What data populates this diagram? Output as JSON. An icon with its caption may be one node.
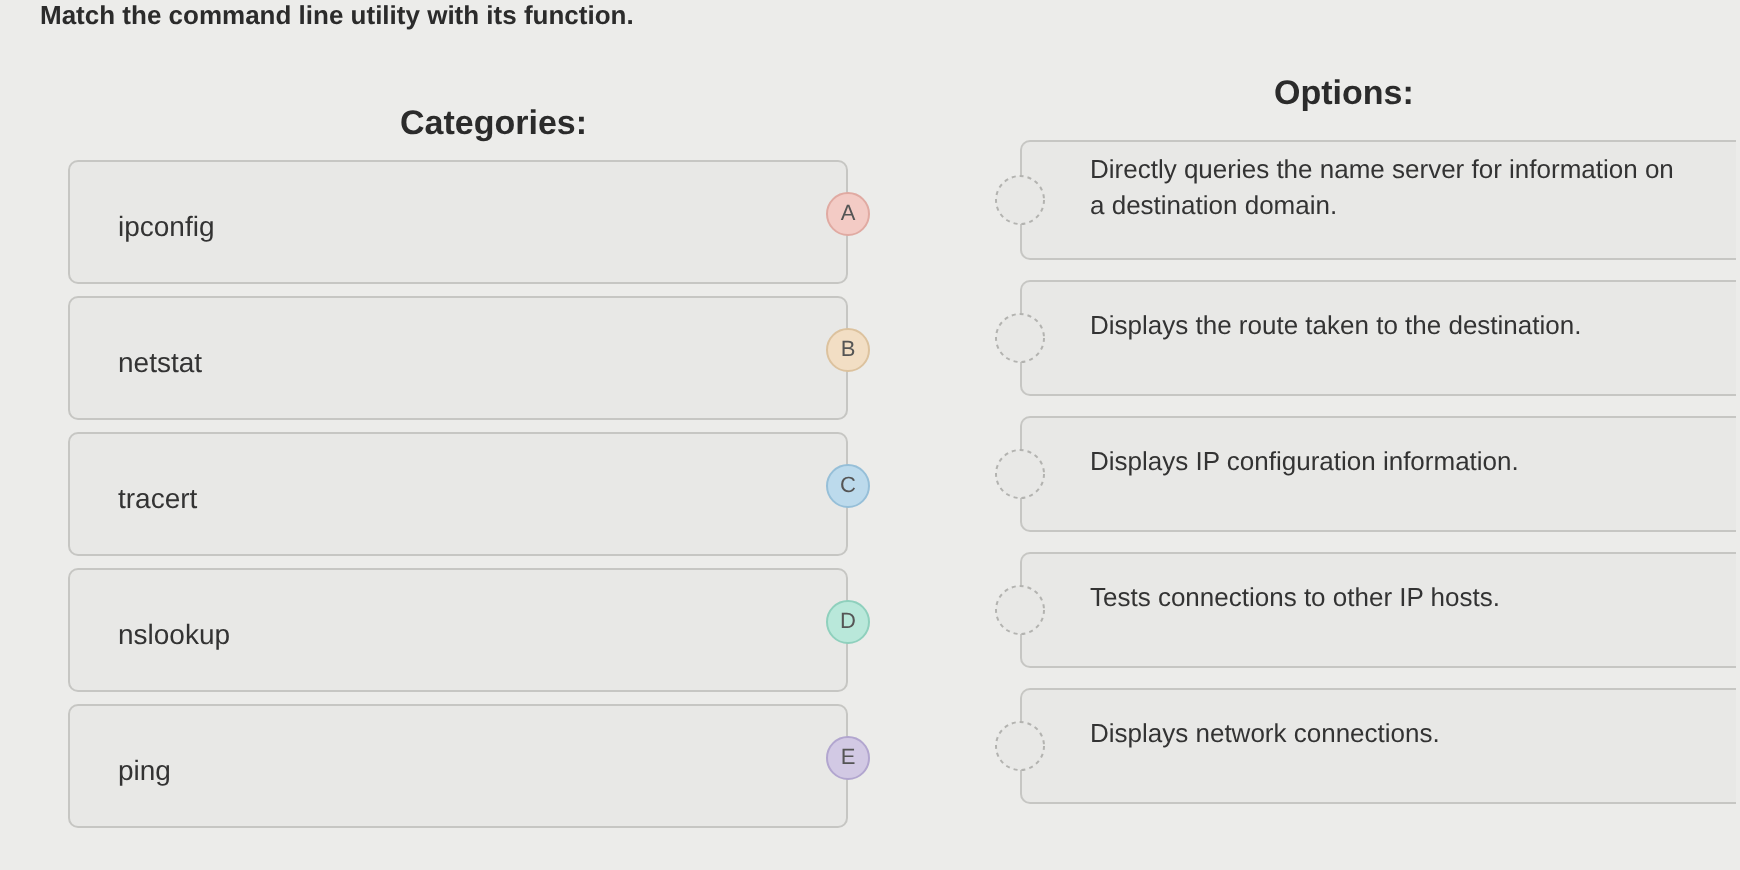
{
  "diagram": {
    "title": "Match the command line utility with its function.",
    "nodes": [
      {
        "text": [
          "ipconfig"
        ]
      },
      {
        "text": [
          "A"
        ]
      },
      {
        "text": [
          "netstat"
        ]
      },
      {
        "text": [
          "B"
        ]
      },
      {
        "text": [
          "tracert"
        ]
      },
      {
        "text": [
          "C"
        ]
      },
      {
        "text": [
          "nslookup"
        ]
      },
      {
        "text": [
          "D"
        ]
      },
      {
        "text": [
          "ping"
        ]
      },
      {
        "text": [
          "E"
        ]
      },
      {
        "text": [
          "Directly queries the name server for information on a destination domain."
        ]
      },
      {
        "text": [],
        "shape": "circle"
      },
      {
        "text": [
          "Displays the route taken to the destination."
        ]
      },
      {
        "text": [],
        "shape": "circle"
      },
      {
        "text": [
          "Displays IP configuration information."
        ]
      },
      {
        "text": [],
        "shape": "circle"
      },
      {
        "text": [
          "Tests connections to other IP hosts."
        ]
      },
      {
        "text": [],
        "shape": "circle"
      },
      {
        "text": [
          "Displays network connections."
        ]
      },
      {
        "text": [],
        "shape": "circle"
      }
    ],
    "labels": [
      "Categories:",
      "Options:"
    ]
  }
}
